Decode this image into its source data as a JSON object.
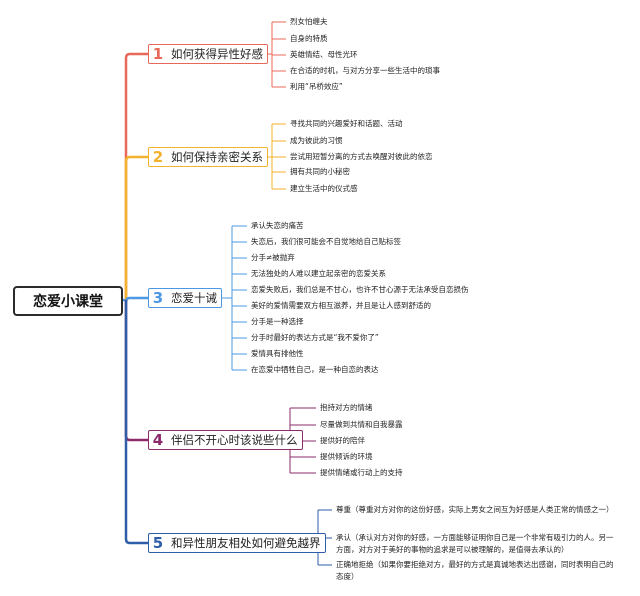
{
  "root": "恋爱小课堂",
  "topics": [
    {
      "num": "1",
      "title": "如何获得异性好感",
      "color": "#e8685a",
      "items": [
        "烈女怕缠夫",
        "自身的特质",
        "英雄情结、母性光环",
        "在合适的时机，与对方分享一些生活中的琐事",
        "利用“吊桥效应”"
      ]
    },
    {
      "num": "2",
      "title": "如何保持亲密关系",
      "color": "#f3b22d",
      "items": [
        "寻找共同的兴趣爱好和话题、活动",
        "成为彼此的习惯",
        "尝试用短暂分离的方式去唤醒对彼此的依恋",
        "拥有共同的小秘密",
        "建立生活中的仪式感"
      ]
    },
    {
      "num": "3",
      "title": "恋爱十诫",
      "color": "#4c98e2",
      "items": [
        "承认失恋的痛苦",
        "失恋后，我们很可能会不自觉地给自己贴标签",
        "分手≠被抛弃",
        "无法独处的人难以建立起亲密的恋爱关系",
        "恋爱失败后，我们总是不甘心，也许不甘心源于无法承受自恋损伤",
        "美好的爱情需要双方相互滋养，并且是让人感到舒适的",
        "分手是一种选择",
        "分手时最好的表达方式是“我不爱你了”",
        "爱情具有排他性",
        "在恋爱中牺牲自己，是一种自恋的表达"
      ]
    },
    {
      "num": "4",
      "title": "伴侣不开心时该说些什么",
      "color": "#8b2b6b",
      "items": [
        "抱持对方的情绪",
        "尽量做到共情和自我暴露",
        "提供好的陪伴",
        "提供倾诉的环境",
        "提供情绪或行动上的支持"
      ]
    },
    {
      "num": "5",
      "title": "和异性朋友相处如何避免越界",
      "color": "#2f5ea8",
      "items": [
        "尊重（尊重对方对你的这份好感，实际上男女之间互为好感是人类正常的情感之一）",
        "承认（承认对方对你的好感，一方面能够证明你自己是一个非常有吸引力的人。另一方面，对方对于美好的事物的追求是可以被理解的，是值得去承认的）",
        "正确地拒绝（如果你要拒绝对方，最好的方式是真诚地表达出感谢，同时表明自己的态度）"
      ]
    }
  ]
}
